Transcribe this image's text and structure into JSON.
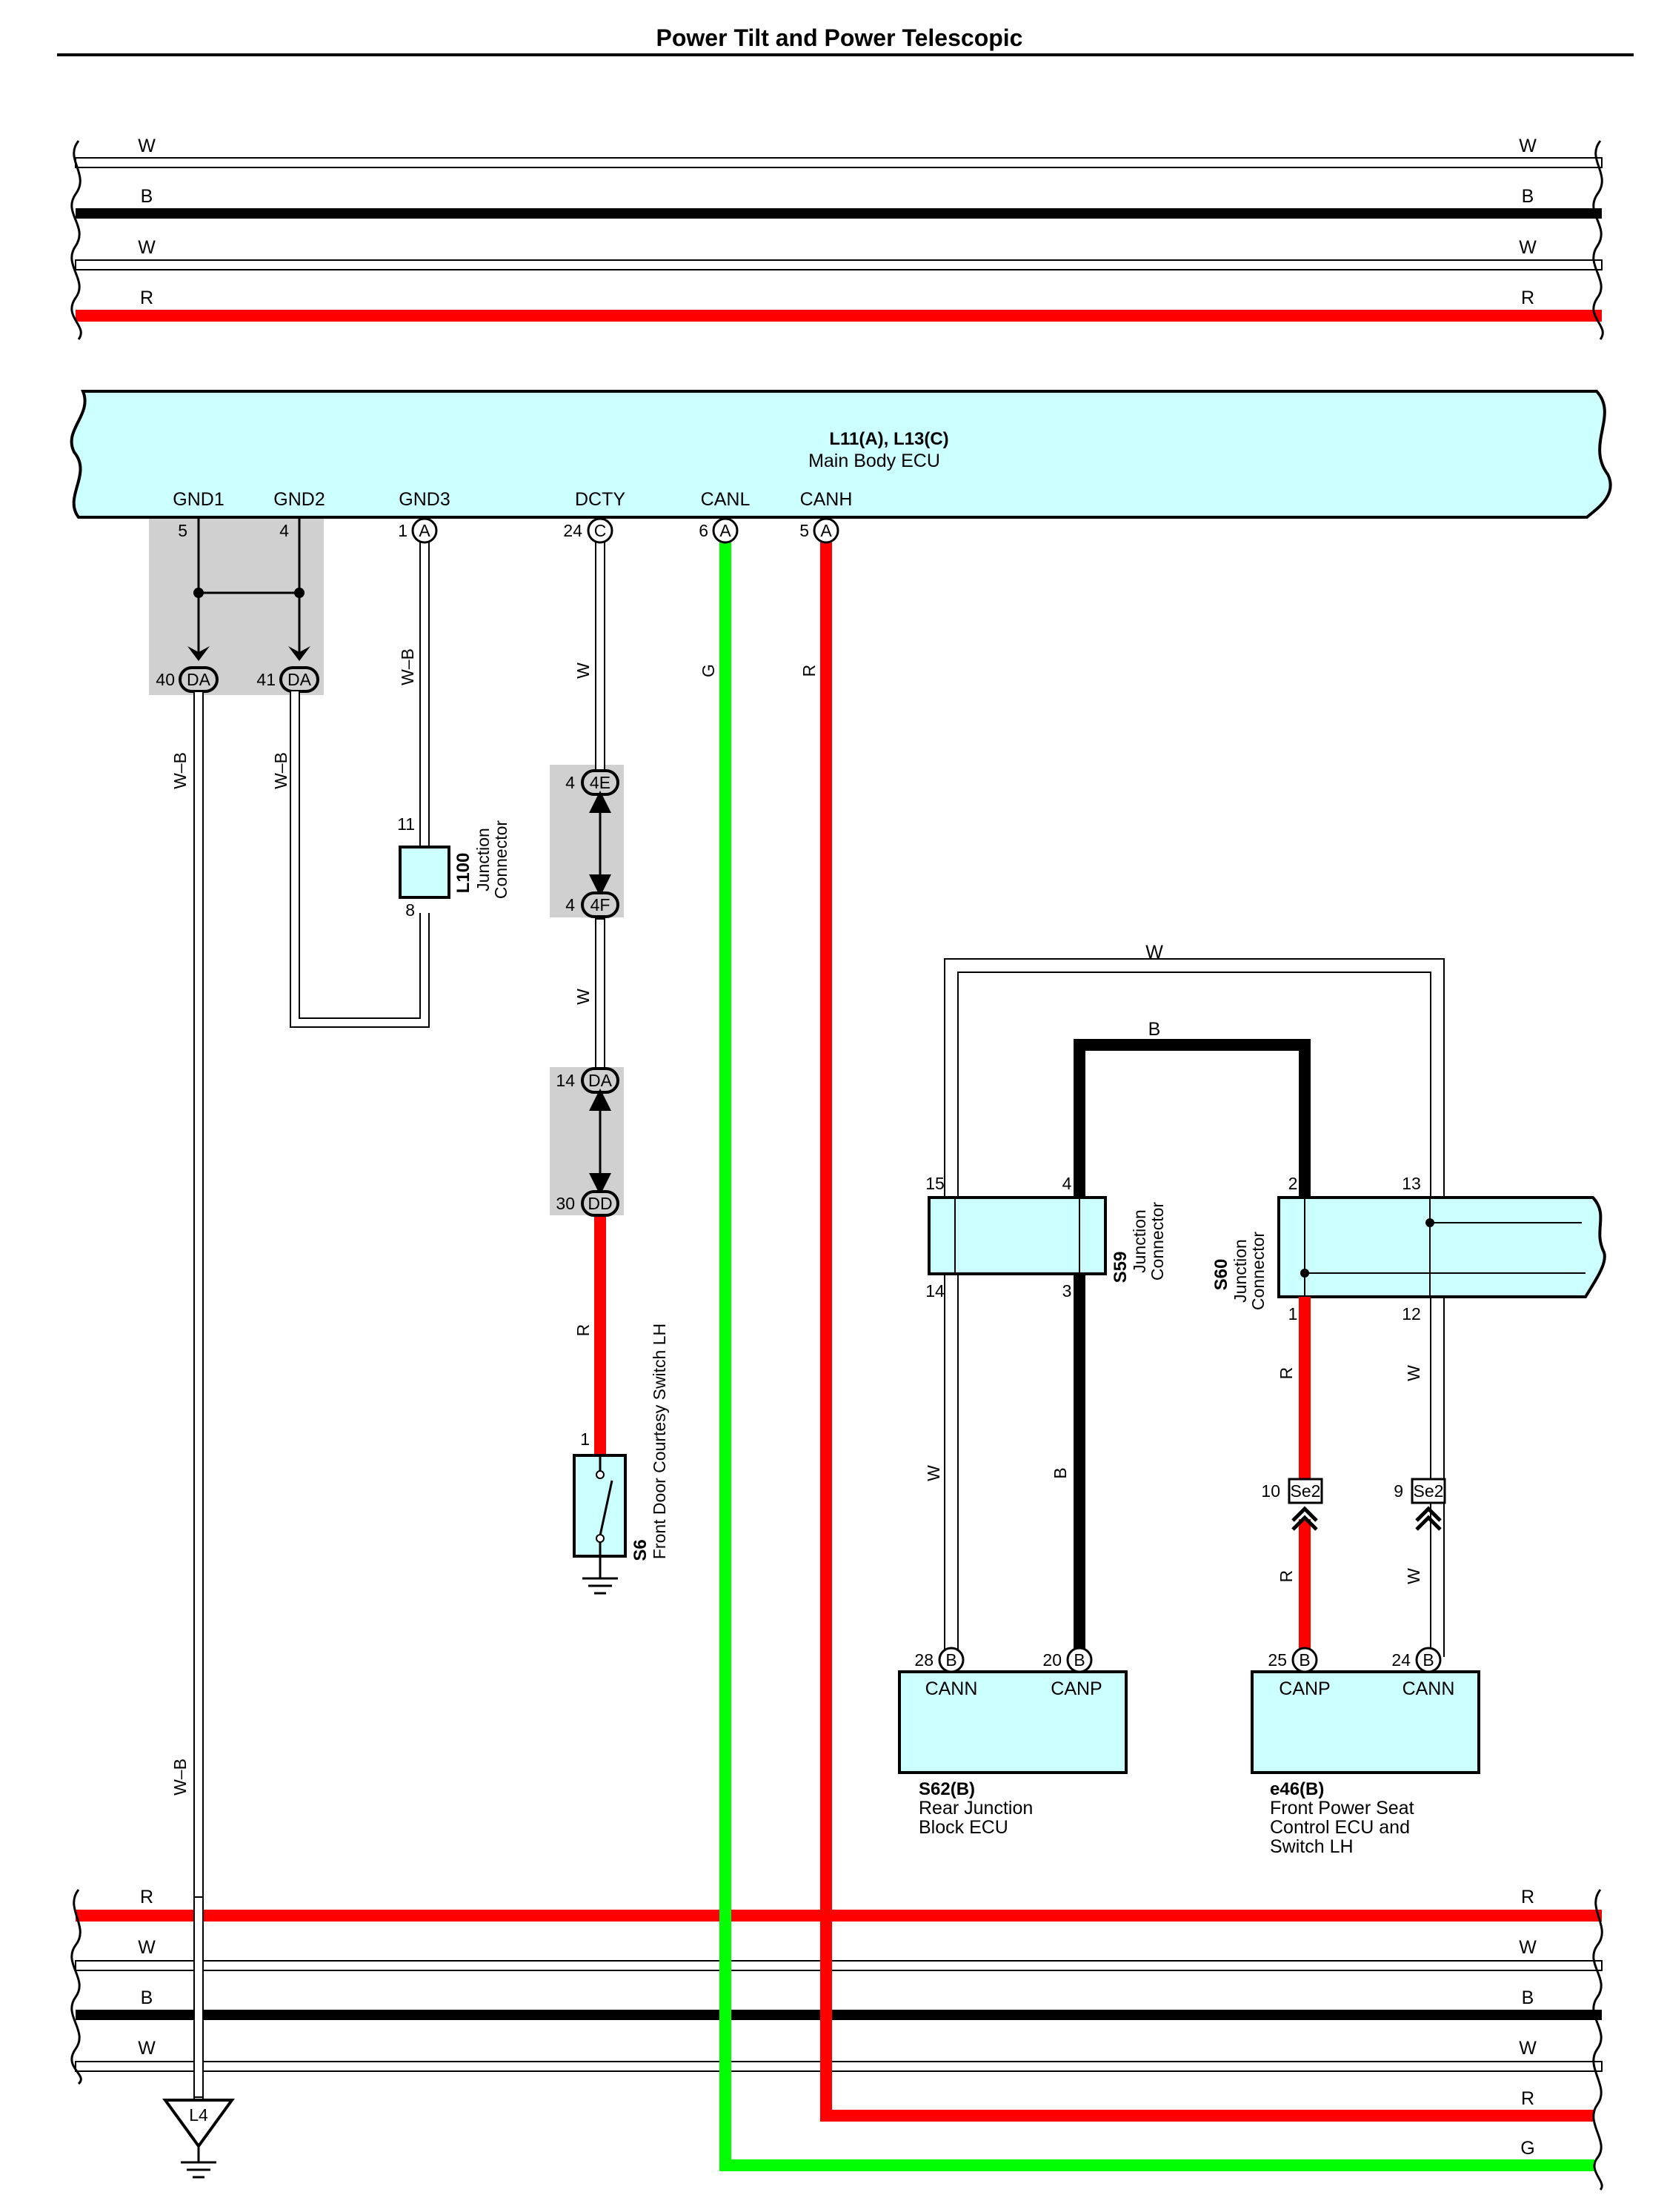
{
  "title": "Power Tilt and Power Telescopic",
  "colors": {
    "white_wire": "#ffffff",
    "black_wire": "#000000",
    "red_wire": "#ff0000",
    "green_wire": "#00ff00",
    "component_fill": "#ccffff",
    "connector_shade": "#d0d0d0"
  },
  "top_bus": {
    "labels": [
      "W",
      "B",
      "W",
      "R"
    ]
  },
  "bottom_bus": {
    "labels": [
      "R",
      "W",
      "B",
      "W",
      "R",
      "G"
    ]
  },
  "main_ecu": {
    "id": "L11(A), L13(C)",
    "name": "Main Body ECU",
    "terminals": [
      {
        "name": "GND1",
        "pin": "5",
        "conn": ""
      },
      {
        "name": "GND2",
        "pin": "4",
        "conn": ""
      },
      {
        "name": "GND3",
        "pin": "1",
        "conn": "A"
      },
      {
        "name": "DCTY",
        "pin": "24",
        "conn": "C"
      },
      {
        "name": "CANL",
        "pin": "6",
        "conn": "A"
      },
      {
        "name": "CANH",
        "pin": "5",
        "conn": "A"
      }
    ]
  },
  "wire_labels": {
    "wb": "W–B",
    "w": "W",
    "g": "G",
    "r": "R",
    "b": "B"
  },
  "da_connectors": [
    {
      "pin": "40",
      "conn": "DA"
    },
    {
      "pin": "41",
      "conn": "DA"
    }
  ],
  "l100": {
    "id": "L100",
    "name_line1": "Junction",
    "name_line2": "Connector",
    "pin_top": "11",
    "pin_bottom": "8"
  },
  "inline_4e_4f": {
    "top_pin": "4",
    "top_conn": "4E",
    "bottom_pin": "4",
    "bottom_conn": "4F"
  },
  "inline_da_dd": {
    "top_pin": "14",
    "top_conn": "DA",
    "bottom_pin": "30",
    "bottom_conn": "DD"
  },
  "s6": {
    "id": "S6",
    "name": "Front Door Courtesy Switch LH",
    "pin": "1"
  },
  "ground": {
    "id": "L4"
  },
  "s59": {
    "id": "S59",
    "name_line1": "Junction",
    "name_line2": "Connector",
    "pins": [
      "15",
      "4",
      "14",
      "3"
    ]
  },
  "s60": {
    "id": "S60",
    "name_line1": "Junction",
    "name_line2": "Connector",
    "pins": [
      "2",
      "13",
      "1",
      "12"
    ]
  },
  "se2": [
    {
      "pin": "10",
      "conn": "Se2"
    },
    {
      "pin": "9",
      "conn": "Se2"
    }
  ],
  "s62": {
    "id": "S62(B)",
    "name_line1": "Rear Junction",
    "name_line2": "Block ECU",
    "term_left": "CANN",
    "term_right": "CANP",
    "pin_left": "28",
    "pin_right": "20",
    "conn": "B"
  },
  "e46": {
    "id": "e46(B)",
    "name_line1": "Front Power Seat",
    "name_line2": "Control ECU and",
    "name_line3": "Switch LH",
    "term_left": "CANP",
    "term_right": "CANN",
    "pin_left": "25",
    "pin_right": "24",
    "conn": "B"
  }
}
